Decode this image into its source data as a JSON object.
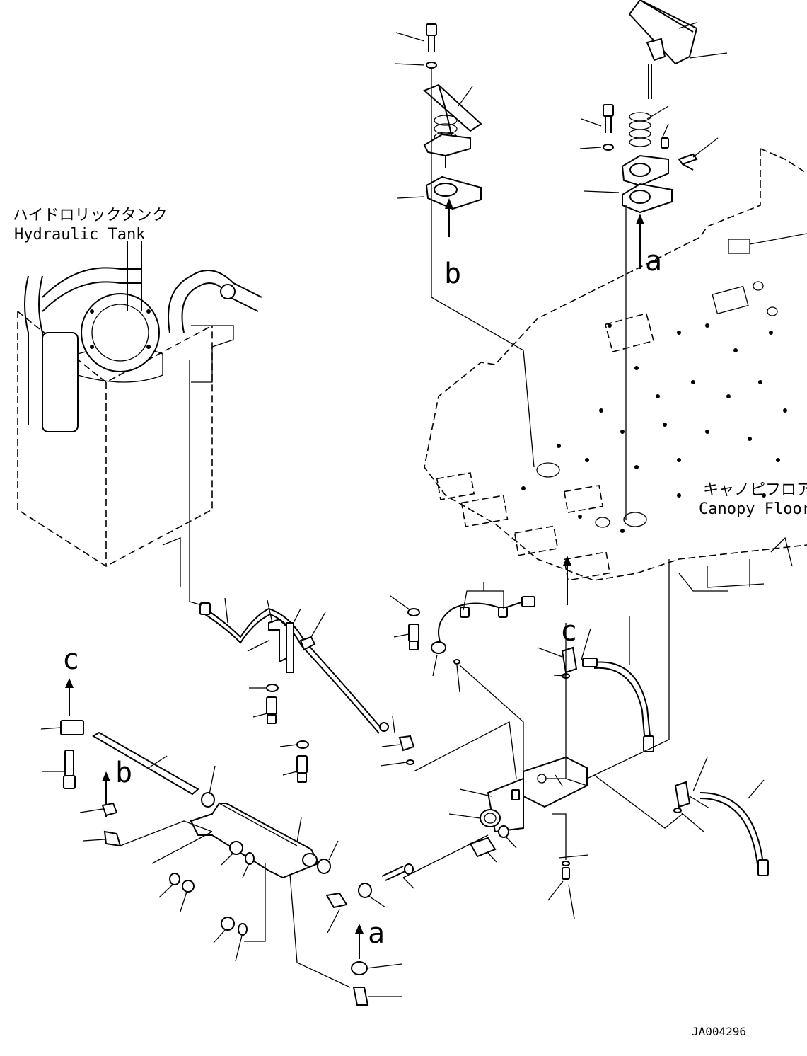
{
  "labels": {
    "hydraulic_tank_jp": "ハイドロリックタンク",
    "hydraulic_tank_en": "Hydraulic Tank",
    "canopy_floor_jp": "キャノピフロア",
    "canopy_floor_en": "Canopy Floor",
    "drawing_id": "JA004296"
  },
  "view_markers": {
    "a_top": "a",
    "b_top": "b",
    "c_floor": "c",
    "c_left": "c",
    "b_left": "b",
    "a_bottom": "a"
  }
}
